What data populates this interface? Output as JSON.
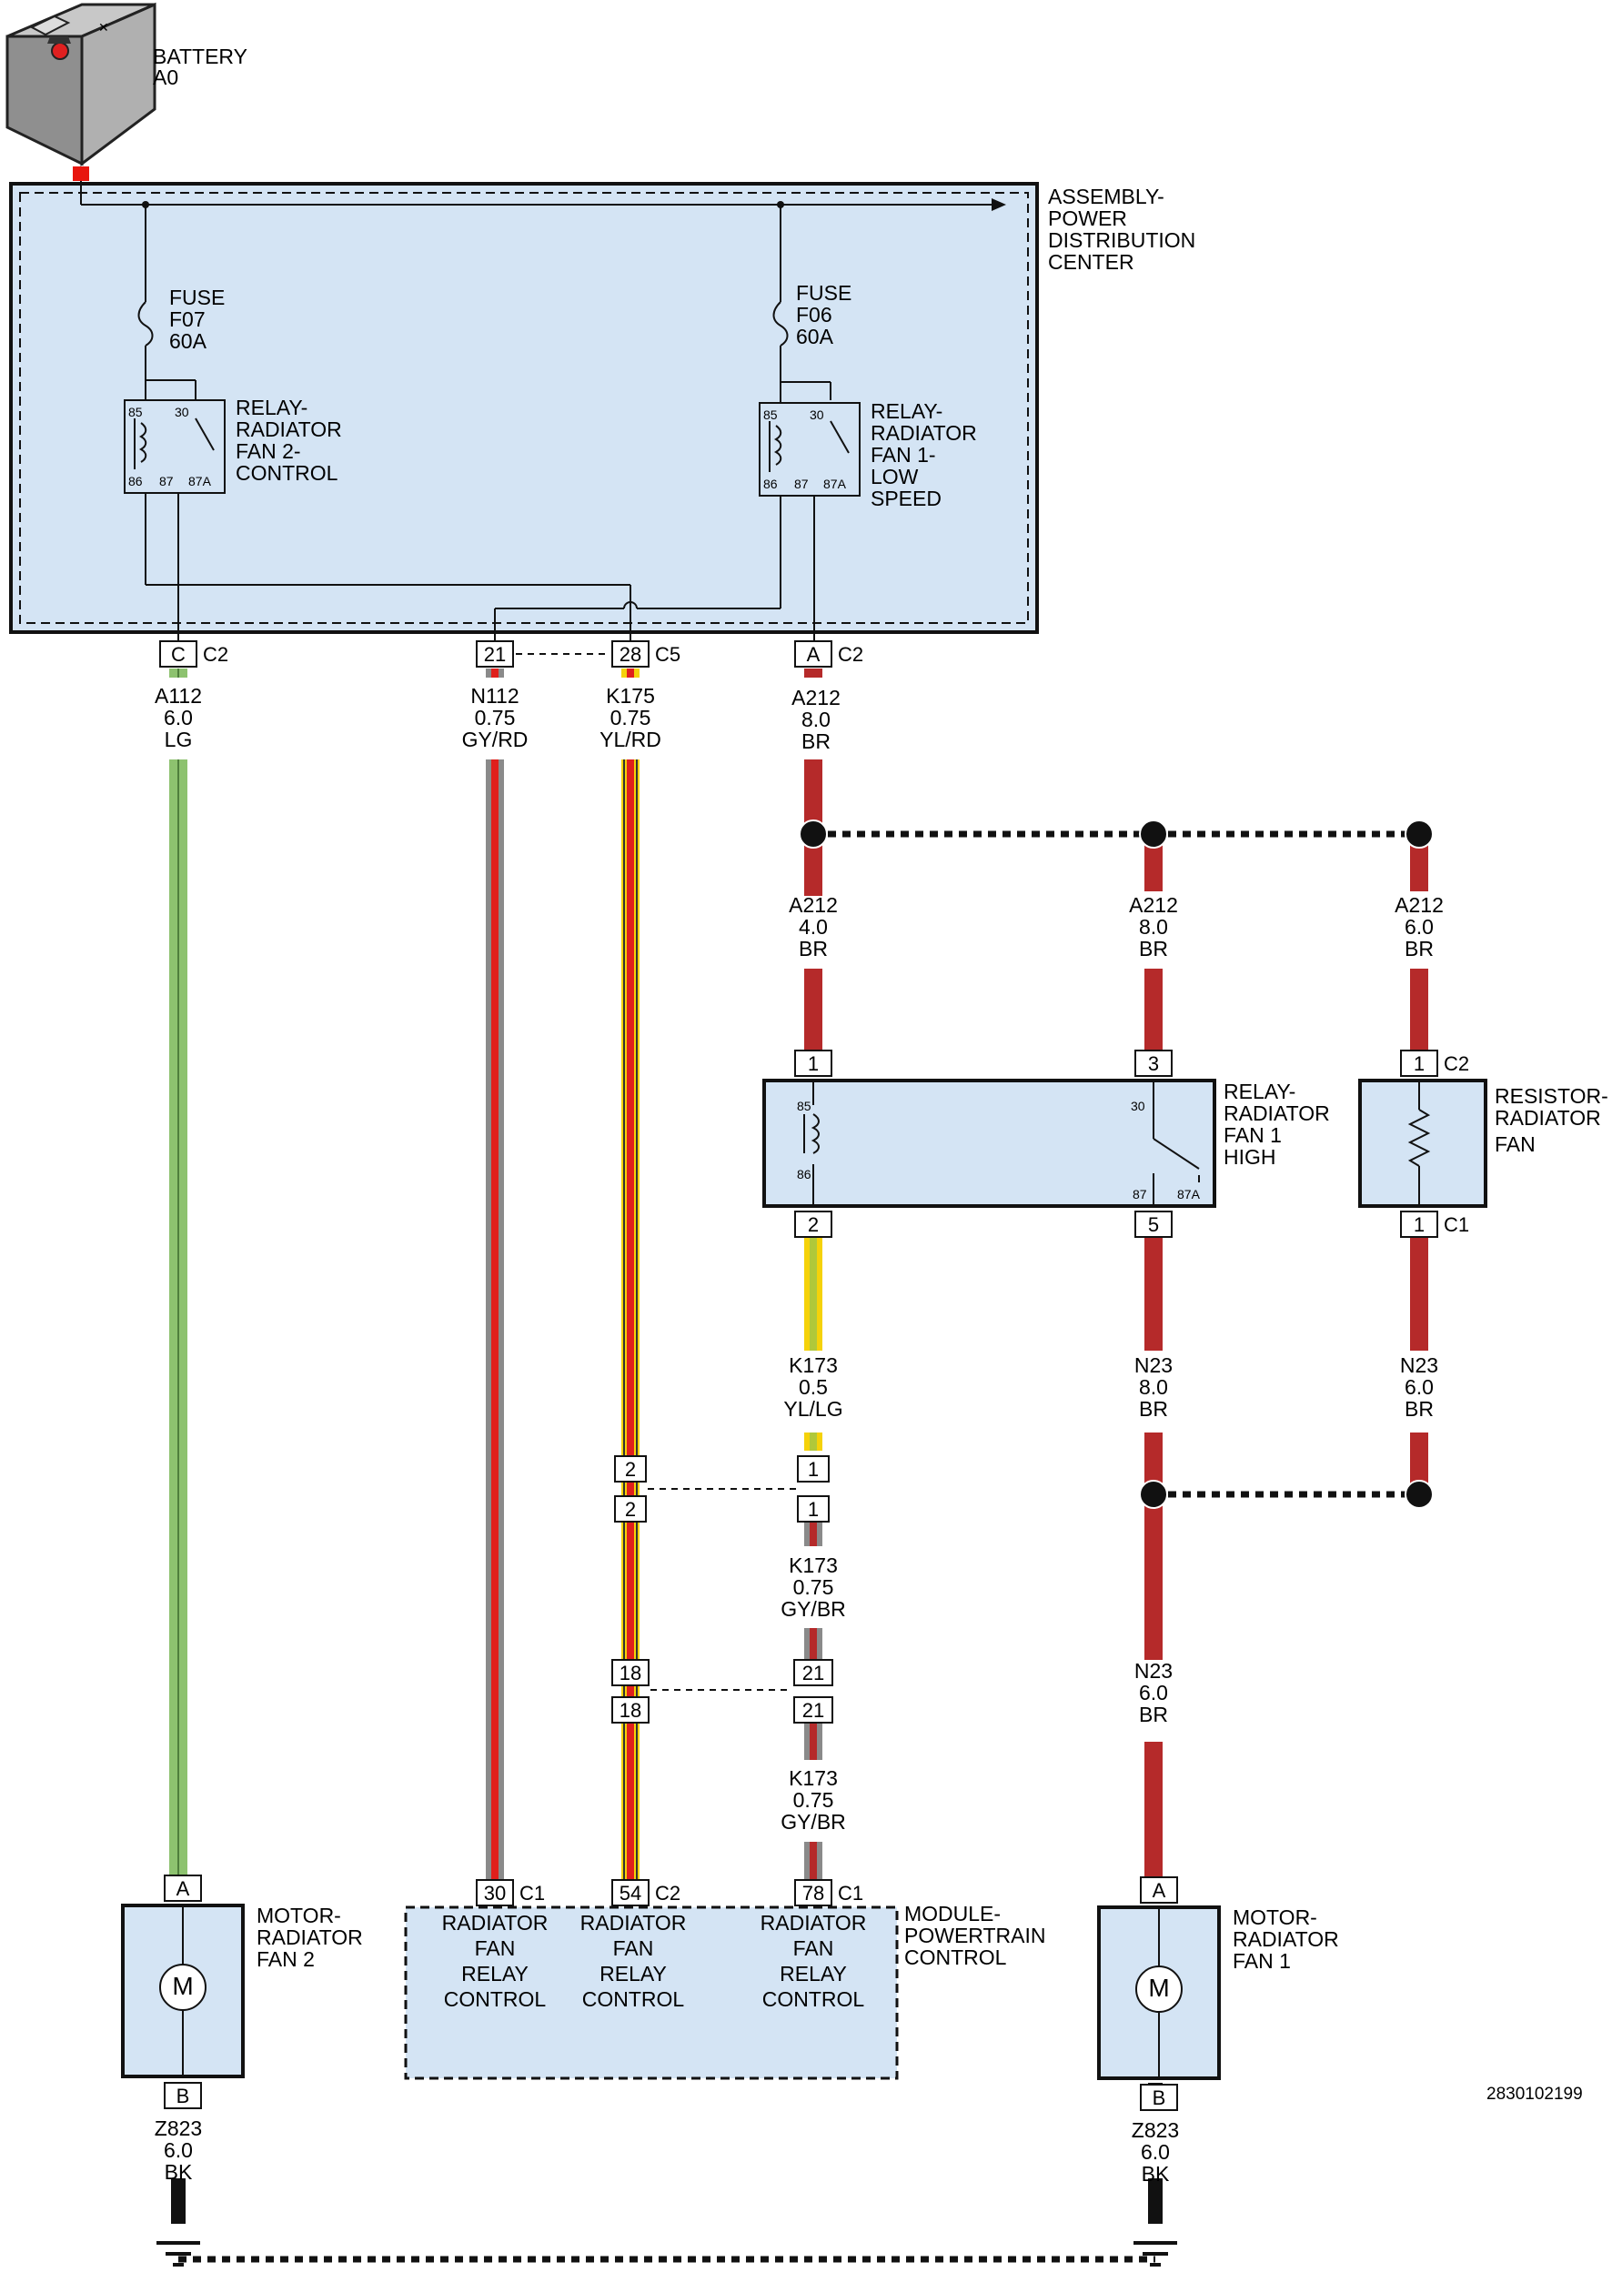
{
  "colors": {
    "box_fill": "#d4e4f4",
    "BR": "#b52a2a",
    "LG": "#8dc26f",
    "GY": "#8a8a8a",
    "RD": "#e0201c",
    "YL": "#f5d20a",
    "ground_bar": "#000000"
  },
  "battery": {
    "name": "BATTERY",
    "id": "A0"
  },
  "pdc": {
    "name_lines": [
      "ASSEMBLY-",
      "POWER",
      "DISTRIBUTION",
      "CENTER"
    ],
    "fuse_f07": [
      "FUSE",
      "F07",
      "60A"
    ],
    "fuse_f06": [
      "FUSE",
      "F06",
      "60A"
    ],
    "relay_fan2": [
      "RELAY-",
      "RADIATOR",
      "FAN 2-",
      "CONTROL"
    ],
    "relay_fan1_low": [
      "RELAY-",
      "RADIATOR",
      "FAN 1-",
      "LOW",
      "SPEED"
    ],
    "relay_pins": [
      "85",
      "30",
      "86",
      "87",
      "87A"
    ]
  },
  "connectors": {
    "pdc_c": "C",
    "pdc_c_conn": "C2",
    "pdc_21": "21",
    "pdc_28": "28",
    "pdc_28_conn": "C5",
    "pdc_a": "A",
    "pdc_a_conn": "C2",
    "relay_high_1": "1",
    "relay_high_3": "3",
    "relay_high_2": "2",
    "relay_high_5": "5",
    "resistor_top": "1",
    "resistor_top_conn": "C2",
    "resistor_bot": "1",
    "resistor_bot_conn": "C1",
    "inline_2": "2",
    "inline_1": "1",
    "inline_18": "18",
    "inline_21": "21",
    "pcm_30": "30",
    "pcm_30_conn": "C1",
    "pcm_54": "54",
    "pcm_54_conn": "C2",
    "pcm_78": "78",
    "pcm_78_conn": "C1",
    "motor2_a": "A",
    "motor2_b": "B",
    "motor1_a": "A",
    "motor1_b": "B"
  },
  "wires": {
    "a112": [
      "A112",
      "6.0",
      "LG"
    ],
    "n112": [
      "N112",
      "0.75",
      "GY/RD"
    ],
    "k175": [
      "K175",
      "0.75",
      "YL/RD"
    ],
    "a212_top": [
      "A212",
      "8.0",
      "BR"
    ],
    "a212_left": [
      "A212",
      "4.0",
      "BR"
    ],
    "a212_mid": [
      "A212",
      "8.0",
      "BR"
    ],
    "a212_right": [
      "A212",
      "6.0",
      "BR"
    ],
    "k173_a": [
      "K173",
      "0.5",
      "YL/LG"
    ],
    "k173_b": [
      "K173",
      "0.75",
      "GY/BR"
    ],
    "k173_c": [
      "K173",
      "0.75",
      "GY/BR"
    ],
    "n23_a": [
      "N23",
      "8.0",
      "BR"
    ],
    "n23_b": [
      "N23",
      "6.0",
      "BR"
    ],
    "n23_c": [
      "N23",
      "6.0",
      "BR"
    ],
    "z823_left": [
      "Z823",
      "6.0",
      "BK"
    ],
    "z823_right": [
      "Z823",
      "6.0",
      "BK"
    ]
  },
  "components": {
    "relay_fan1_high": [
      "RELAY-",
      "RADIATOR",
      "FAN 1",
      "HIGH"
    ],
    "relay_high_pins": [
      "85",
      "86",
      "30",
      "87",
      "87A"
    ],
    "resistor": [
      "RESISTOR-",
      "RADIATOR",
      "FAN"
    ],
    "motor_fan2": [
      "MOTOR-",
      "RADIATOR",
      "FAN 2"
    ],
    "motor_fan1": [
      "MOTOR-",
      "RADIATOR",
      "FAN 1"
    ],
    "motor_symbol": "M",
    "pcm_name": [
      "MODULE-",
      "POWERTRAIN",
      "CONTROL"
    ],
    "pcm_fn": [
      "RADIATOR",
      "FAN",
      "RELAY",
      "CONTROL"
    ]
  },
  "figure_id": "2830102199"
}
